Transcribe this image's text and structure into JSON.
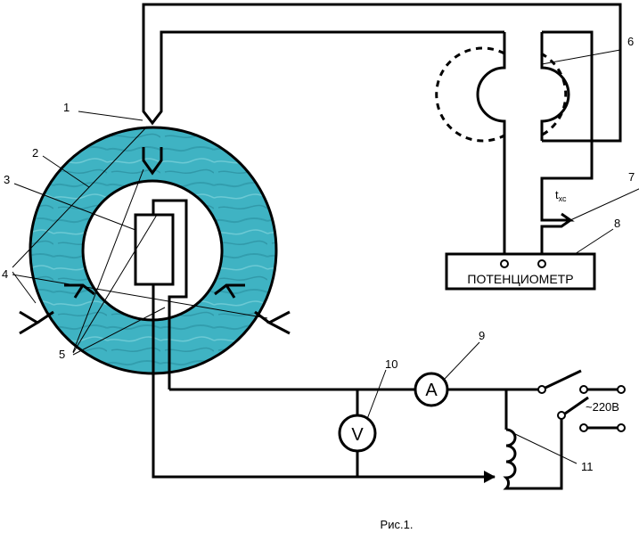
{
  "labels": {
    "n1": "1",
    "n2": "2",
    "n3": "3",
    "n4": "4",
    "n5": "5",
    "n6": "6",
    "n7": "7",
    "n8": "8",
    "n9": "9",
    "n10": "10",
    "n11": "11"
  },
  "potentiometer": "ПОТЕНЦИОМЕТР",
  "ammeter_symbol": "A",
  "voltmeter_symbol": "V",
  "cold_junction": {
    "main": "t",
    "sub": "хс"
  },
  "supply_voltage": "~220В",
  "caption": "Рис.1.",
  "colors": {
    "ring_fill": "#3fb3c3",
    "ring_shade": "#2a8fa0",
    "line": "#000000"
  }
}
